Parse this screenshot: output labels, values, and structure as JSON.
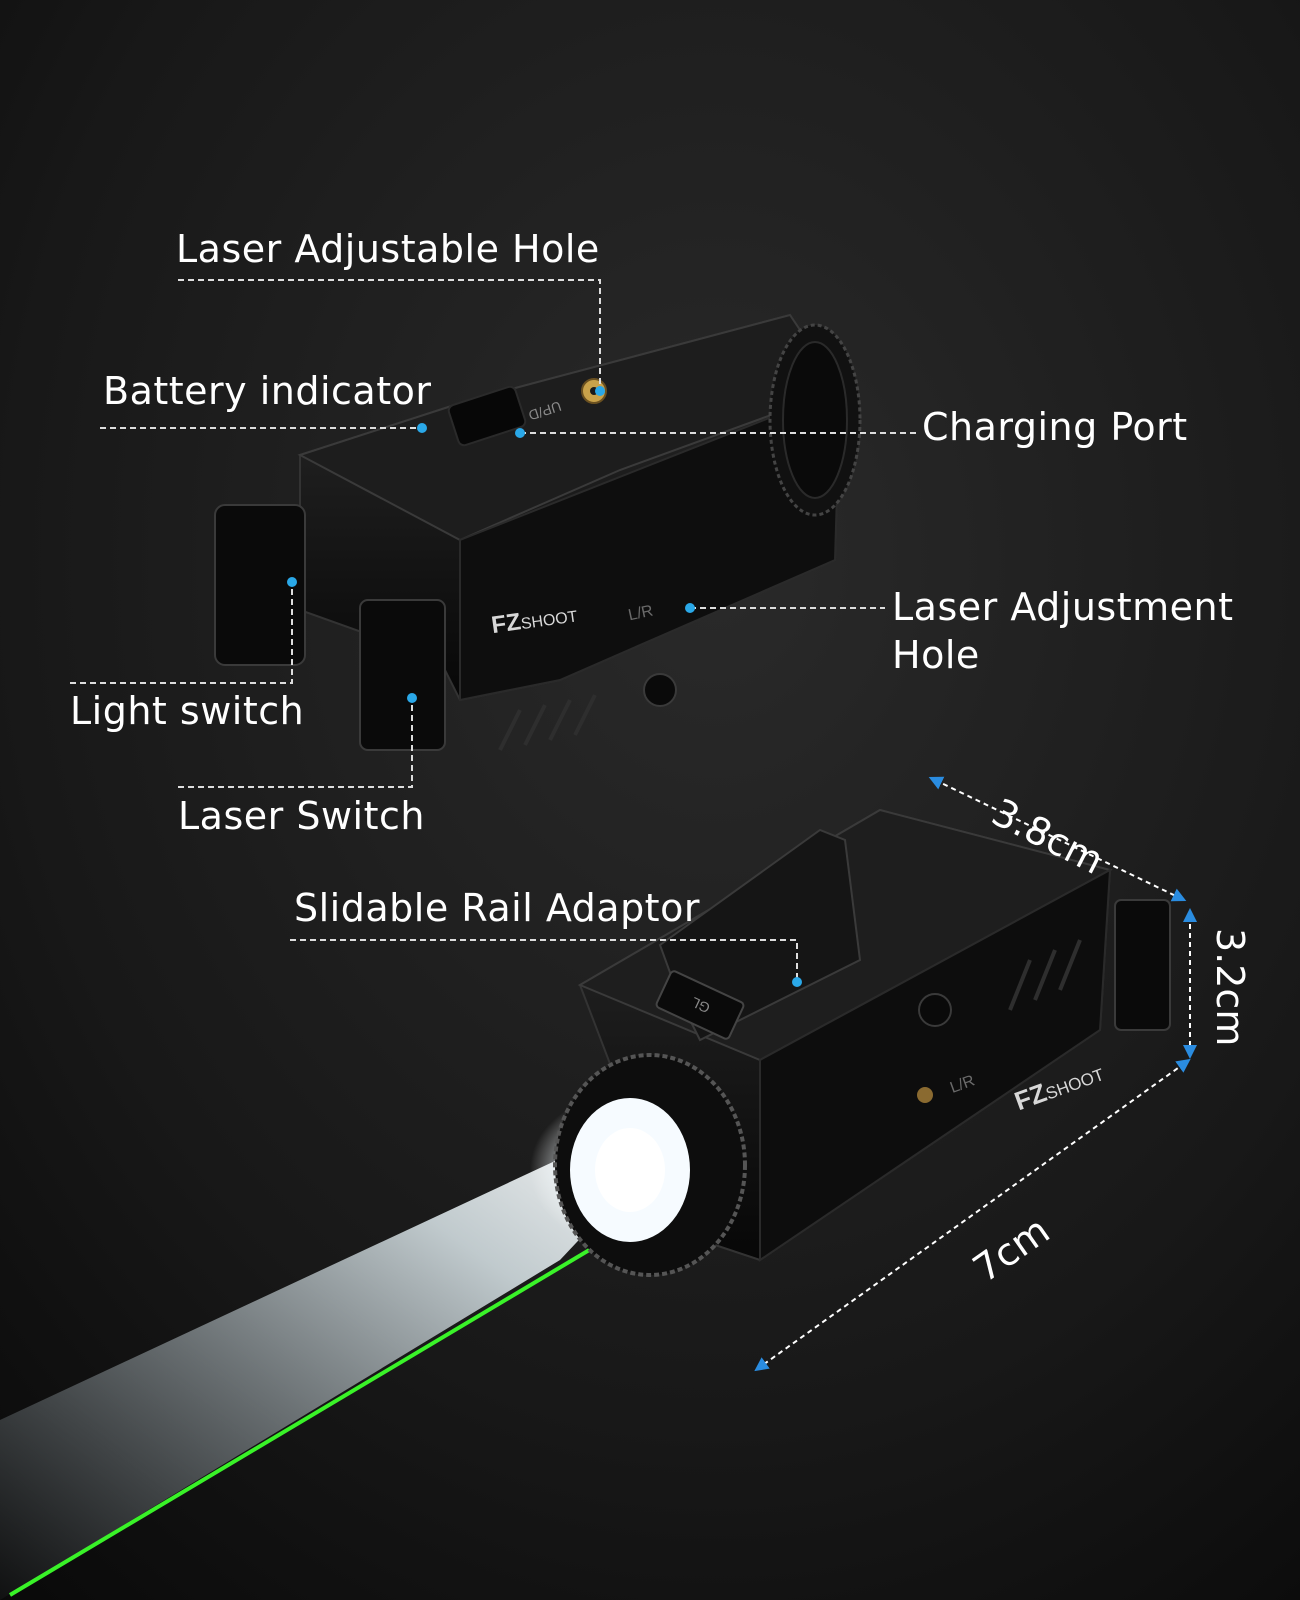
{
  "callouts": {
    "laser_adjustable_hole": "Laser Adjustable Hole",
    "battery_indicator": "Battery indicator",
    "charging_port": "Charging Port",
    "laser_adjustment_hole": "Laser Adjustment\nHole",
    "light_switch": "Light switch",
    "laser_switch": "Laser Switch",
    "slidable_rail_adaptor": "Slidable Rail Adaptor"
  },
  "dimensions": {
    "width": "3.8cm",
    "height": "3.2cm",
    "length": "7cm"
  },
  "brand": {
    "logo": "FZ",
    "name": "SHOOT"
  },
  "device_markings": {
    "top_unit_label": "UP/D",
    "side_label": "L/R",
    "bottom_unit_label": "GL"
  },
  "colors": {
    "background": "#141414",
    "callout_dot": "#2aa8e8",
    "dimension_arrow": "#2a8ce0",
    "laser_beam": "#3cff2a",
    "body": "#0b0b0b"
  },
  "icons": {
    "brass_screw": "laser-adjust-screw-icon",
    "knurled_bezel": "knurled-bezel-icon",
    "led_lens": "led-lens-icon"
  }
}
